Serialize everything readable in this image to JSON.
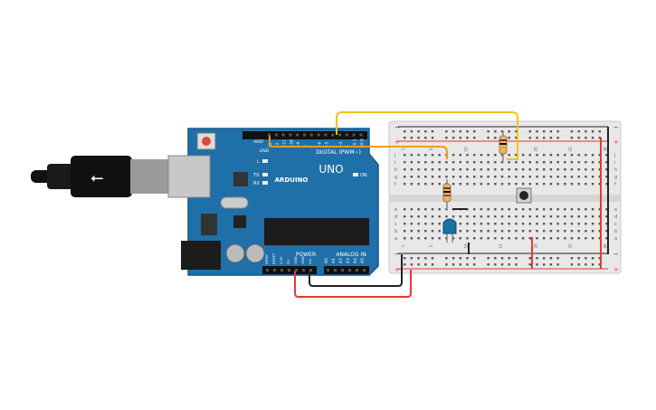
{
  "arduino": {
    "brand": "ARDUINO",
    "model": "UNO",
    "digital_label": "DIGITAL (PWM~)",
    "power_label": "POWER",
    "analog_label": "ANALOG IN",
    "aref": "AREF",
    "gnd_top": "GND",
    "led_l": "L",
    "tx": "TX",
    "rx": "RX",
    "on": "ON",
    "digital_pins": [
      "13",
      "12",
      "~11",
      "~10",
      "~9",
      "8",
      "7",
      "~6",
      "~5",
      "4",
      "~3",
      "2",
      "TX 1",
      "RX 0"
    ],
    "power_pins": [
      "IOREF",
      "RESET",
      "3.3V",
      "5V",
      "GND",
      "GND",
      "Vin"
    ],
    "analog_pins": [
      "A0",
      "A1",
      "A2",
      "A3",
      "A4",
      "A5"
    ]
  },
  "breadboard": {
    "row_letters_top": [
      "j",
      "i",
      "h",
      "g",
      "f"
    ],
    "row_letters_bottom": [
      "e",
      "d",
      "c",
      "b",
      "a"
    ],
    "column_numbers": [
      "1",
      "",
      "",
      "",
      "5",
      "",
      "",
      "",
      "",
      "10",
      "",
      "",
      "",
      "",
      "15",
      "",
      "",
      "",
      "",
      "20",
      "",
      "",
      "",
      "",
      "25",
      "",
      "",
      "",
      "",
      "30"
    ],
    "rail_minus": "−",
    "rail_plus": "+"
  },
  "colors": {
    "board": "#1f6fa8",
    "board_dark": "#155a8c",
    "wire_orange": "#f39c12",
    "wire_yellow": "#f4c20d",
    "wire_red": "#e53935",
    "wire_black": "#222222",
    "led": "#1d6fa5",
    "breadboard": "#e8e8e8"
  }
}
